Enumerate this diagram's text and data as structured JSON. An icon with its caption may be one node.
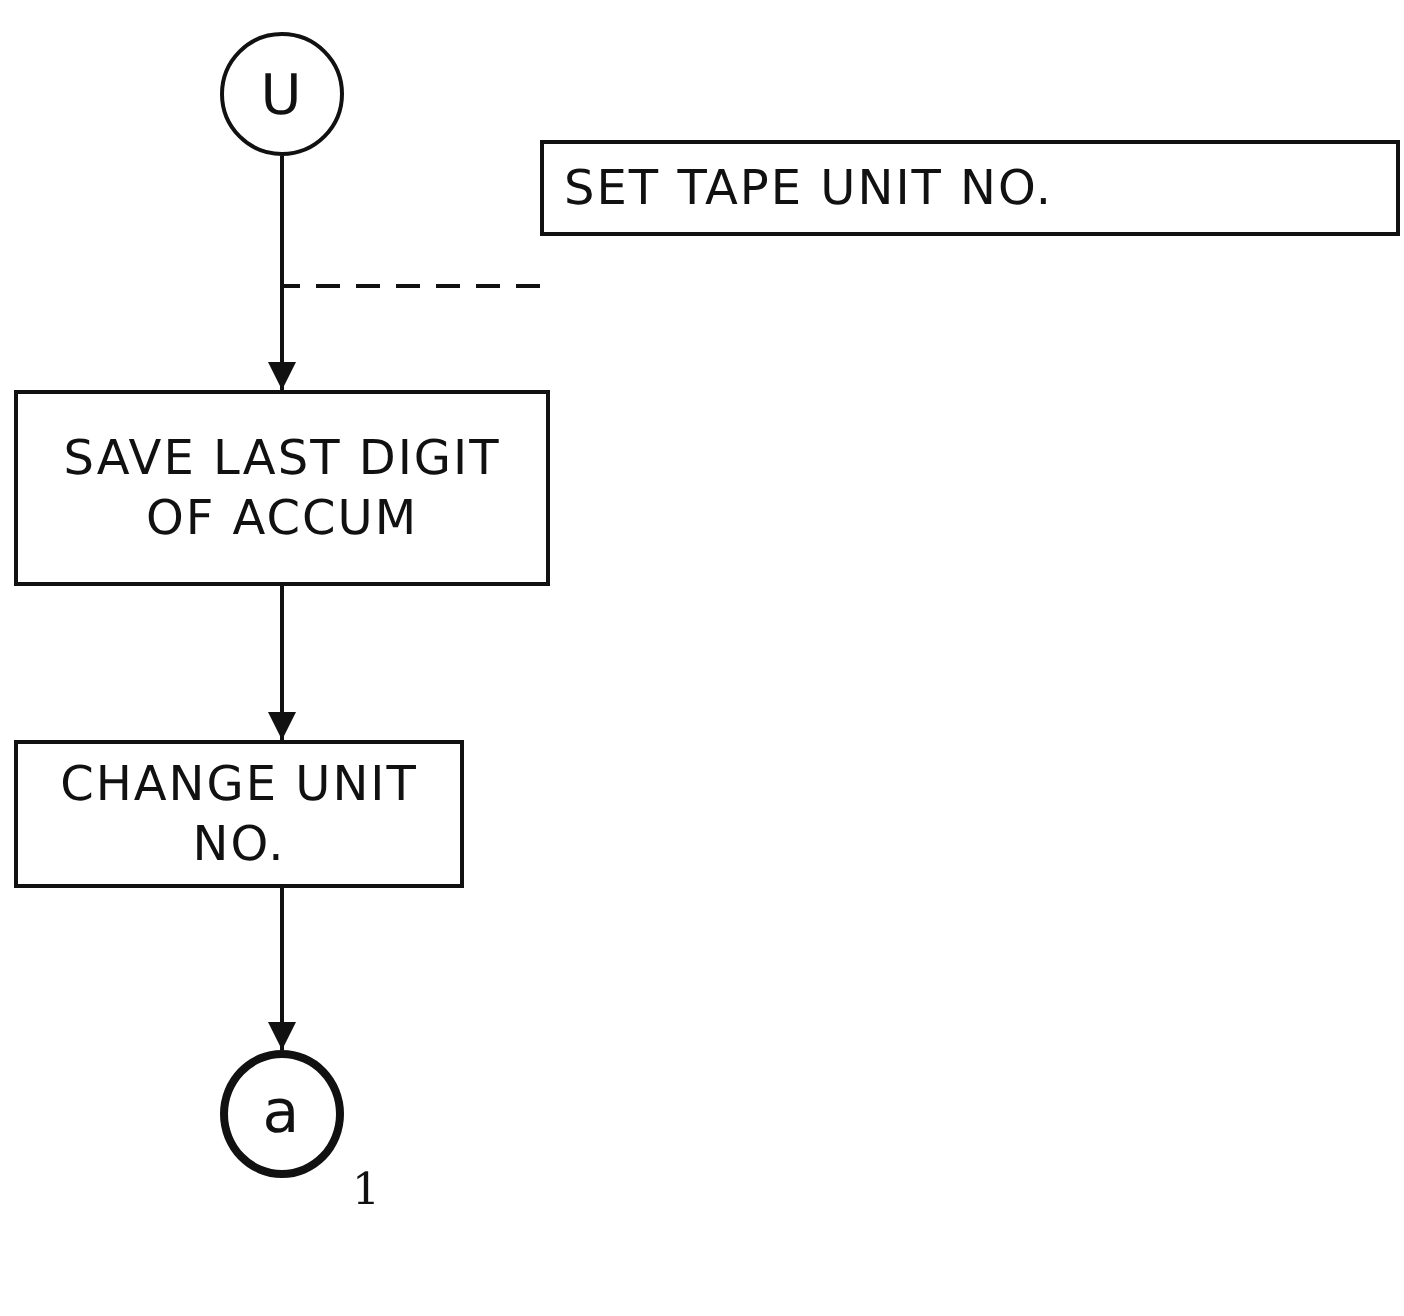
{
  "diagram": {
    "nodes": [
      {
        "text": [
          "U"
        ]
      },
      {
        "text": [
          "SET TAPE UNIT NO."
        ]
      },
      {
        "text": [
          "SAVE LAST DIGIT OF ACCUM"
        ]
      },
      {
        "text": [
          "CHANGE UNIT NO."
        ]
      },
      {
        "text": [
          "a"
        ],
        "beside": [
          "1"
        ]
      }
    ],
    "edges": [
      {
        "from": 0,
        "to": 2,
        "arrow": "to"
      },
      {
        "from": 1,
        "to": null,
        "arrow": "none",
        "style": "dashed"
      },
      {
        "from": 2,
        "to": 3,
        "arrow": "to"
      },
      {
        "from": 3,
        "to": 4,
        "arrow": "to"
      }
    ]
  }
}
